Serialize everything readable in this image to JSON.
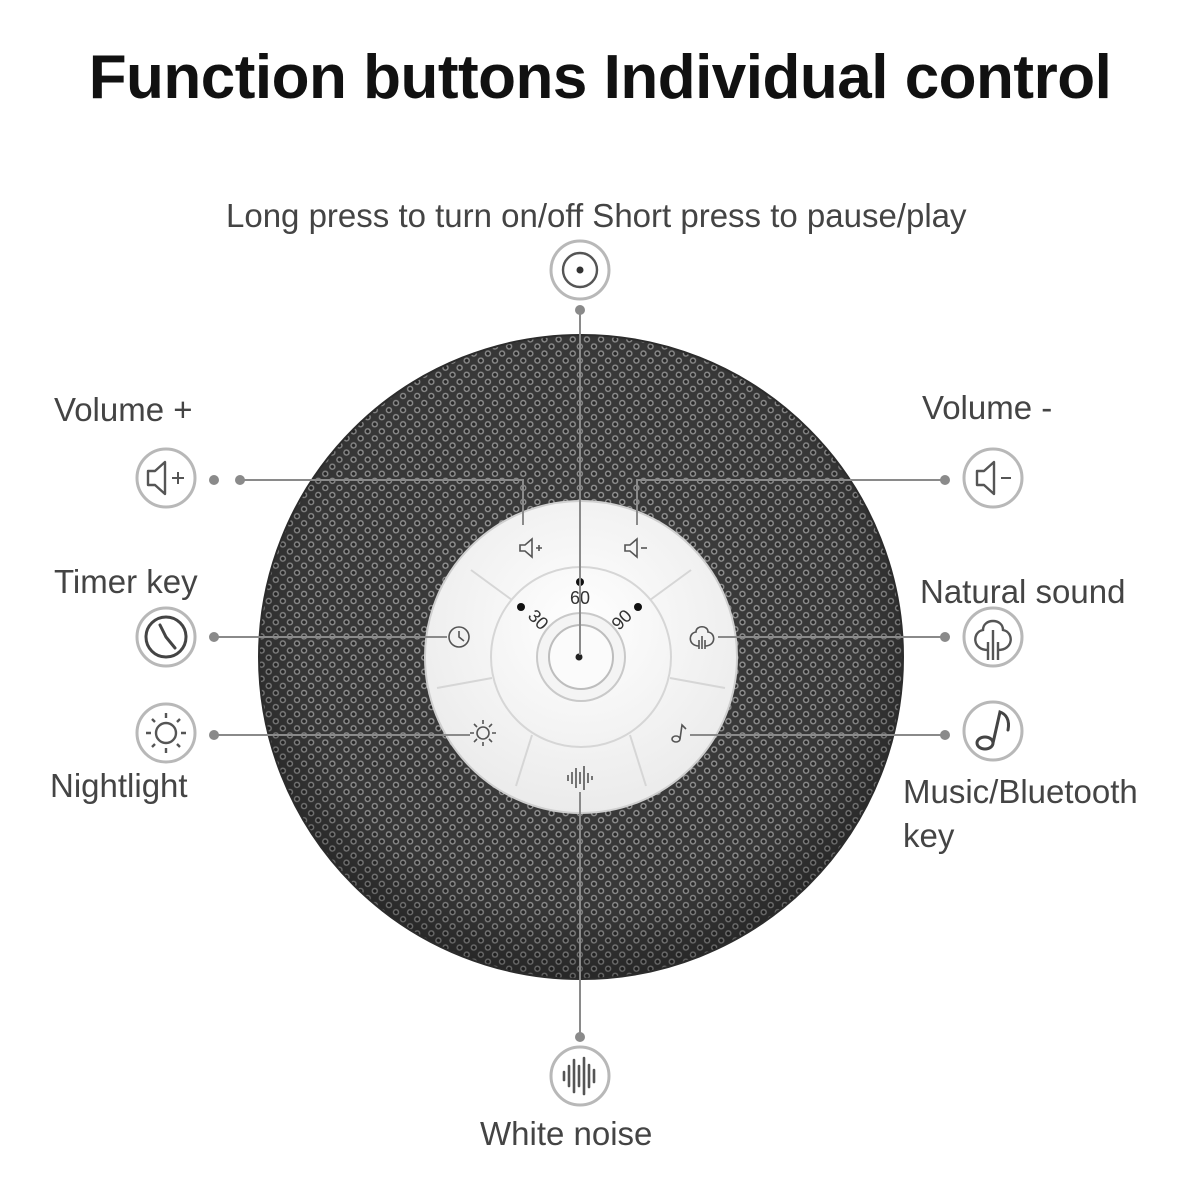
{
  "title": "Function buttons Individual control",
  "callouts": {
    "power": {
      "label": "Long press to turn on/off Short press to pause/play",
      "icon": "power-icon"
    },
    "volume_up": {
      "label": "Volume +",
      "icon": "volume-up-icon"
    },
    "volume_down": {
      "label": "Volume -",
      "icon": "volume-down-icon"
    },
    "timer": {
      "label": "Timer key",
      "icon": "clock-icon"
    },
    "natural_sound": {
      "label": "Natural sound",
      "icon": "tree-icon"
    },
    "nightlight": {
      "label": "Nightlight",
      "icon": "sun-icon"
    },
    "music": {
      "label": "Music/Bluetooth key",
      "icon": "music-note-icon"
    },
    "white_noise": {
      "label": "White noise",
      "icon": "sound-wave-icon"
    }
  },
  "timer_marks": [
    "30",
    "60",
    "90"
  ],
  "colors": {
    "mesh": "#4a4a4a",
    "panel": "#f7f7f7",
    "line": "#888888",
    "icon": "#555555"
  }
}
